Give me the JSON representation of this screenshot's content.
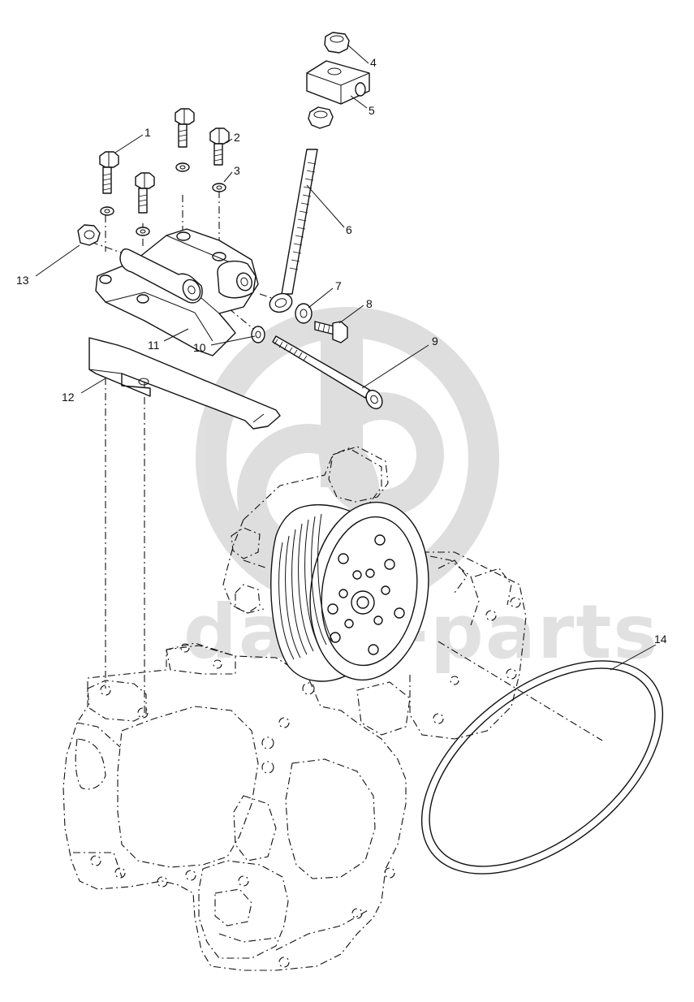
{
  "callouts": {
    "c1": "1",
    "c2": "2",
    "c3": "3",
    "c4": "4",
    "c5": "5",
    "c6": "6",
    "c7": "7",
    "c8": "8",
    "c9": "9",
    "c10": "10",
    "c11": "11",
    "c12": "12",
    "c13": "13",
    "c14": "14"
  },
  "watermark": {
    "text": "dada-parts"
  }
}
